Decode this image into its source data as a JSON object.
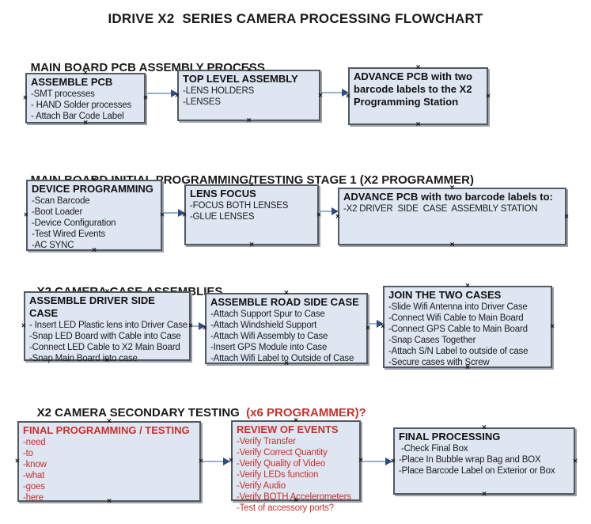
{
  "title": "IDRIVE X2  SERIES CAMERA PROCESSING FLOWCHART",
  "colors": {
    "box_fill": "#dee6f2",
    "box_border": "#54595f",
    "box_shadow": "#9ba1a9",
    "accent_red": "#c9302c",
    "arrow_line": "#9cb0ca",
    "arrow_head": "#2e4d87"
  },
  "diagram": {
    "handle_glyph": "×"
  },
  "sections": [
    {
      "header": "MAIN BOARD PCB ASSEMBLY PROCESS",
      "boxes": [
        {
          "title": "ASSEMBLE PCB",
          "items": [
            "-SMT processes",
            "- HAND Solder processes",
            "- Attach Bar Code Label"
          ]
        },
        {
          "title": "TOP LEVEL ASSEMBLY",
          "items": [
            "-LENS HOLDERS",
            "-LENSES"
          ]
        },
        {
          "title": "ADVANCE PCB with two barcode labels to the X2 Programming Station",
          "items": []
        }
      ]
    },
    {
      "header": "MAIN BOARD INITIAL PROGRAMMING/TESTING STAGE 1 (X2 PROGRAMMER)",
      "boxes": [
        {
          "title": "DEVICE PROGRAMMING",
          "items": [
            "-Scan Barcode",
            "-Boot Loader",
            "-Device Configuration",
            "-Test Wired Events",
            "-AC SYNC"
          ]
        },
        {
          "title": "LENS FOCUS",
          "items": [
            "-FOCUS BOTH LENSES",
            "-GLUE LENSES"
          ]
        },
        {
          "title": "ADVANCE PCB with two barcode labels to:",
          "items": [
            "-X2 DRIVER  SIDE  CASE  ASSEMBLY STATION"
          ]
        }
      ]
    },
    {
      "header": "X2 CAMERA CASE ASSEMBLIES",
      "boxes": [
        {
          "title": "ASSEMBLE DRIVER SIDE CASE",
          "items": [
            "- Insert LED Plastic lens into Driver Case",
            "-Snap LED Board with Cable into Case",
            "-Connect LED Cable to X2 Main Board",
            "-Snap Main Board into case"
          ]
        },
        {
          "title": "ASSEMBLE ROAD SIDE CASE",
          "items": [
            "-Attach Support Spur to Case",
            "-Attach Windshield Support",
            "-Attach Wifi Assembly to Case",
            "-Insert GPS Module into Case",
            "-Attach Wifi Label to Outside of Case"
          ]
        },
        {
          "title": "JOIN THE TWO CASES",
          "items": [
            "-Slide Wifi Antenna into Driver Case",
            "-Connect Wifi Cable to Main Board",
            "-Connect GPS Cable to Main Board",
            "-Snap Cases Together",
            "-Attach S/N Label to outside of case",
            "-Secure cases with Screw"
          ]
        }
      ]
    },
    {
      "header": "X2 CAMERA SECONDARY TESTING  ",
      "header_accent": "(x6 PROGRAMMER)?",
      "boxes": [
        {
          "title": "FINAL PROGRAMMING / TESTING",
          "items": [
            "-need",
            "-to",
            "-know",
            "-what",
            "-goes",
            "-here"
          ]
        },
        {
          "title": "REVIEW OF EVENTS",
          "items": [
            "-Verify Transfer",
            "-Verify Correct Quantity",
            "-Verify Quality of Video",
            "-Verify LEDs function",
            "-Verify Audio",
            "-Verify BOTH Accelerometers",
            "-Test of accessory ports?"
          ]
        },
        {
          "title": "FINAL PROCESSING",
          "items": [
            " -Check Final Box",
            "-Place In Bubble wrap Bag and BOX",
            "-Place Barcode Label on Exterior or Box"
          ]
        }
      ]
    }
  ]
}
